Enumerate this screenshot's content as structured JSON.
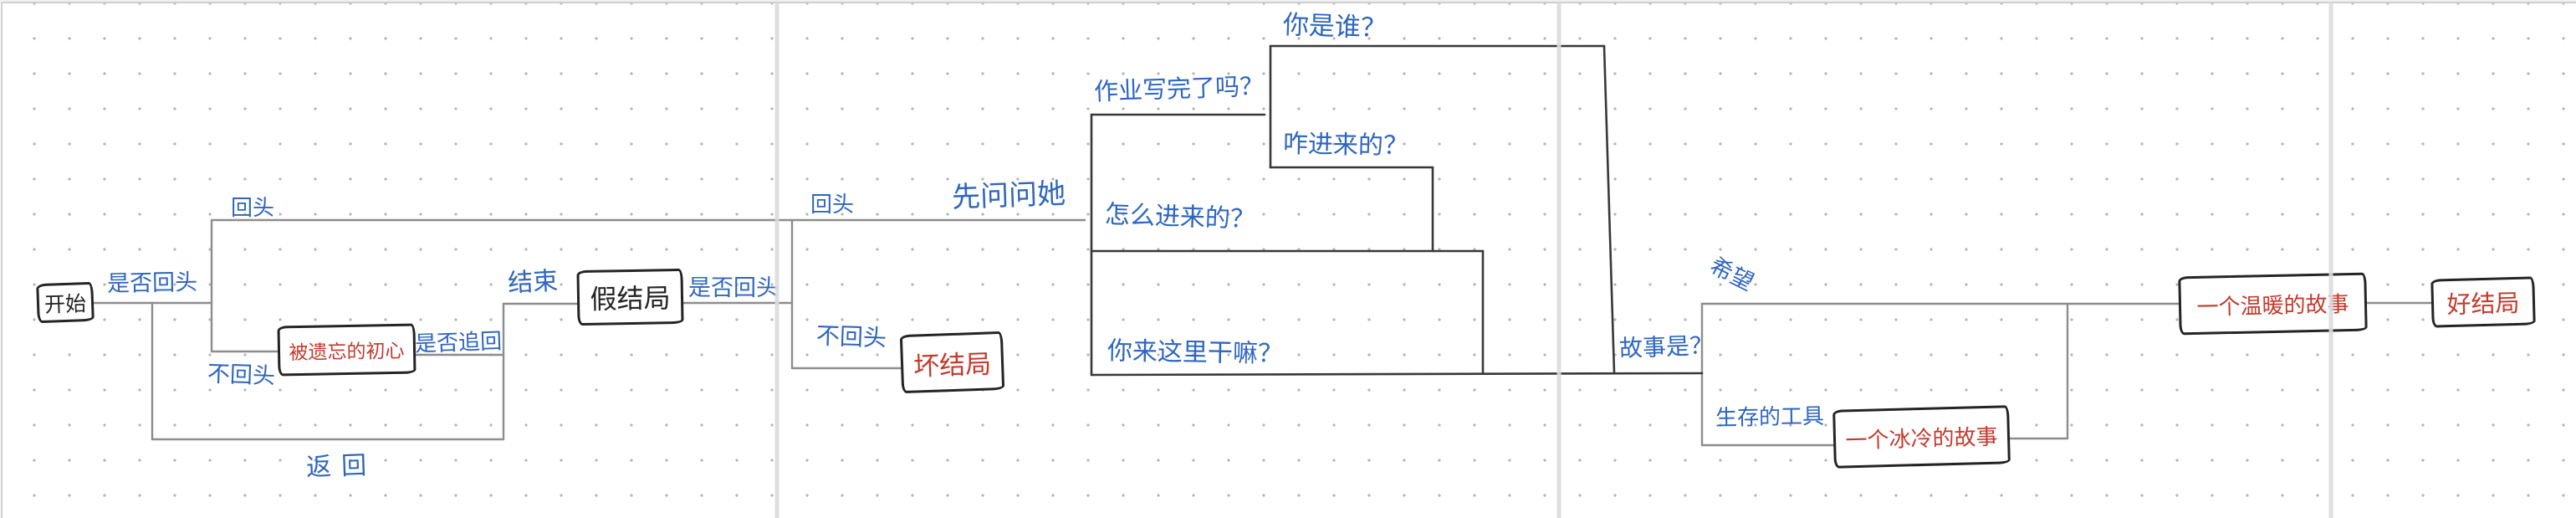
{
  "nodes": {
    "start": "开始",
    "fake_ending": "假结局",
    "forgotten_intent": "被遗忘的初心",
    "bad_ending": "坏结局",
    "warm_story": "一个温暖的故事",
    "good_ending": "好结局",
    "cold_story": "一个冰冷的故事"
  },
  "edge_labels": {
    "huitou_q1": "是否回头",
    "huitou_1": "回头",
    "bu_huitou_1": "不回头",
    "zhuihui_q": "是否追回",
    "fanhui": "返回",
    "jieshu": "结束",
    "huitou_q2": "是否回头",
    "huitou_2": "回头",
    "bu_huitou_2": "不回头",
    "xianwen": "先问问她",
    "q_who": "你是谁？",
    "q_homework": "作业写完了吗？",
    "q_how_in_1": "咋进来的？",
    "q_how_in_2": "怎么进来的？",
    "q_why_here": "你来这里干嘛？",
    "q_story": "故事是？",
    "xiwang": "希望",
    "shengcun": "生存的工具"
  },
  "colors": {
    "blue_label": "#2f66bf",
    "red_text": "#c43a2d",
    "ink": "#242424",
    "connector_gray": "#8d8d8d",
    "sketch_dark": "#383838",
    "divider": "#dcdcdc",
    "dot_grid": "#b5b5b5"
  },
  "flow": [
    {
      "from": "开始",
      "question": "是否回头",
      "options": [
        {
          "label": "回头",
          "to": "先问问她"
        },
        {
          "label": "不回头",
          "to": "被遗忘的初心"
        }
      ]
    },
    {
      "from": "被遗忘的初心",
      "question": "是否追回",
      "options": [
        {
          "label": "返回",
          "to": "开始"
        },
        {
          "label": "结束",
          "to": "假结局"
        }
      ]
    },
    {
      "from": "假结局",
      "question": "是否回头",
      "options": [
        {
          "label": "回头",
          "to": "先问问她"
        },
        {
          "label": "不回头",
          "to": "坏结局"
        }
      ]
    },
    {
      "from": "先问问她",
      "questions": [
        "你是谁？",
        "作业写完了吗？",
        "咋进来的？",
        "怎么进来的？",
        "你来这里干嘛？"
      ],
      "to": "故事是？"
    },
    {
      "from": "故事是？",
      "options": [
        {
          "label": "希望",
          "to": "一个温暖的故事"
        },
        {
          "label": "生存的工具",
          "to": "一个冰冷的故事"
        }
      ]
    },
    {
      "from": "一个冰冷的故事",
      "to": "一个温暖的故事"
    },
    {
      "from": "一个温暖的故事",
      "to": "好结局"
    }
  ]
}
